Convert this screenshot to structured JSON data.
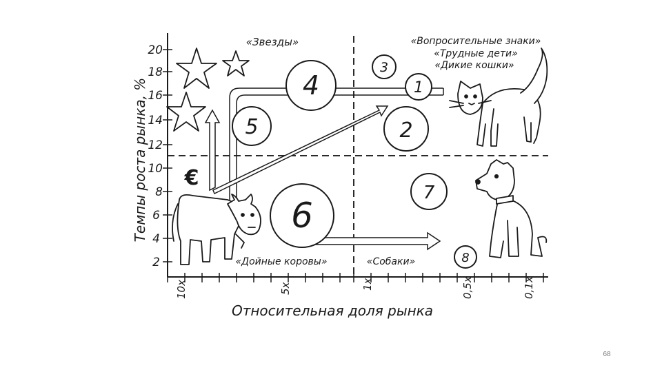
{
  "diagram": {
    "y_axis_label": "Темпы роста рынка, %",
    "y_ticks": [
      "20",
      "18",
      "16",
      "14",
      "12",
      "10",
      "8",
      "6",
      "4",
      "2"
    ],
    "x_axis_label": "Относительная доля рынка",
    "x_ticks": [
      "10x",
      "5x",
      "1x",
      "0,5x",
      "0,1x"
    ],
    "quadrants": {
      "stars": "«Звезды»",
      "question_marks": [
        "«Вопросительные знаки»",
        "«Трудные дети»",
        "«Дикие кошки»"
      ],
      "cash_cows": "«Дойные коровы»",
      "dogs": "«Собаки»"
    },
    "circles": [
      "1",
      "2",
      "3",
      "4",
      "5",
      "6",
      "7",
      "8"
    ],
    "euro_symbol": "€",
    "icons": [
      "star-icon",
      "cat-icon",
      "dog-icon",
      "cow-icon",
      "euro-icon"
    ]
  },
  "page_number": "68"
}
